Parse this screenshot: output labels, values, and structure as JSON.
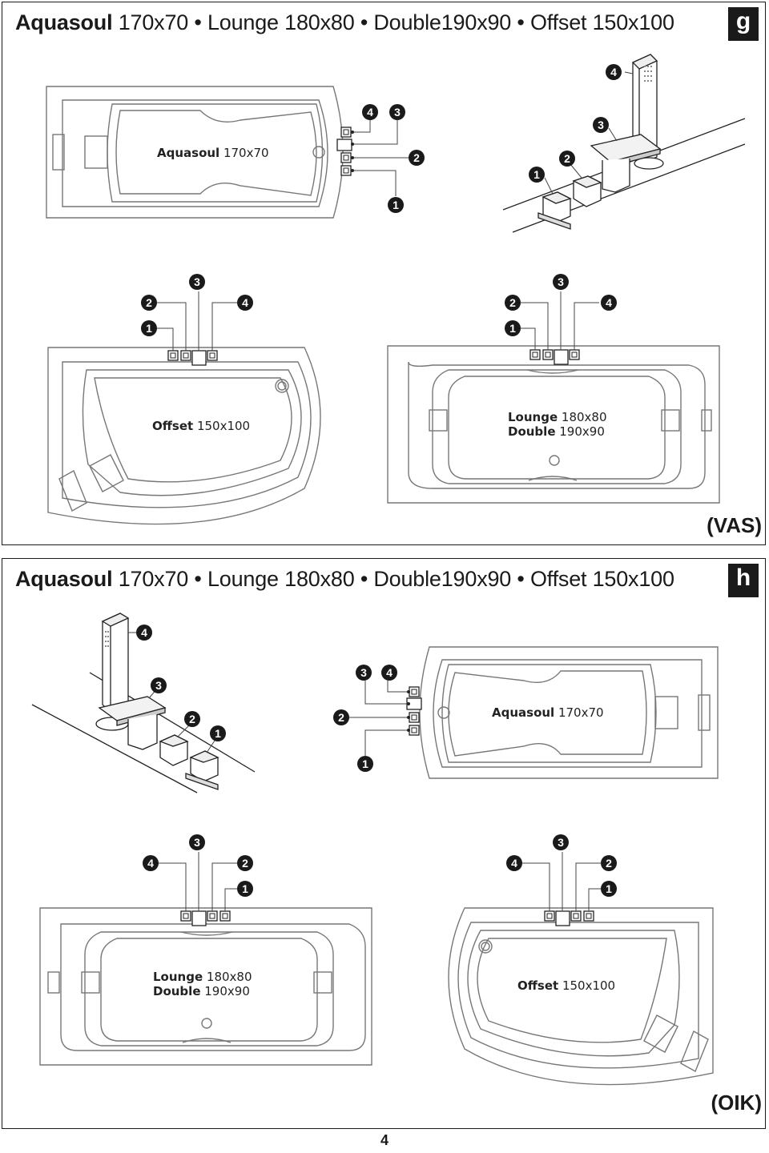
{
  "panel_g": {
    "header": {
      "name1": "Aquasoul",
      "rest1": " 170x70 • Lounge 180x80 • Double190x90 • Offset 150x100"
    },
    "badge": "g",
    "code": "(VAS)",
    "labels": {
      "aquasoul_name": "Aquasoul",
      "aquasoul_size": " 170x70",
      "offset_name": "Offset",
      "offset_size": " 150x100",
      "lounge_name": "Lounge",
      "lounge_size": " 180x80",
      "double_name": "Double",
      "double_size": " 190x90"
    }
  },
  "panel_h": {
    "header": {
      "name1": "Aquasoul",
      "rest1": " 170x70 • Lounge 180x80 • Double190x90 • Offset 150x100"
    },
    "badge": "h",
    "code": "(OIK)",
    "labels": {
      "aquasoul_name": "Aquasoul",
      "aquasoul_size": " 170x70",
      "lounge_name": "Lounge",
      "lounge_size": " 180x80",
      "double_name": "Double",
      "double_size": " 190x90",
      "offset_name": "Offset",
      "offset_size": " 150x100"
    }
  },
  "callouts": {
    "one": "1",
    "two": "2",
    "three": "3",
    "four": "4"
  },
  "page_number": "4"
}
